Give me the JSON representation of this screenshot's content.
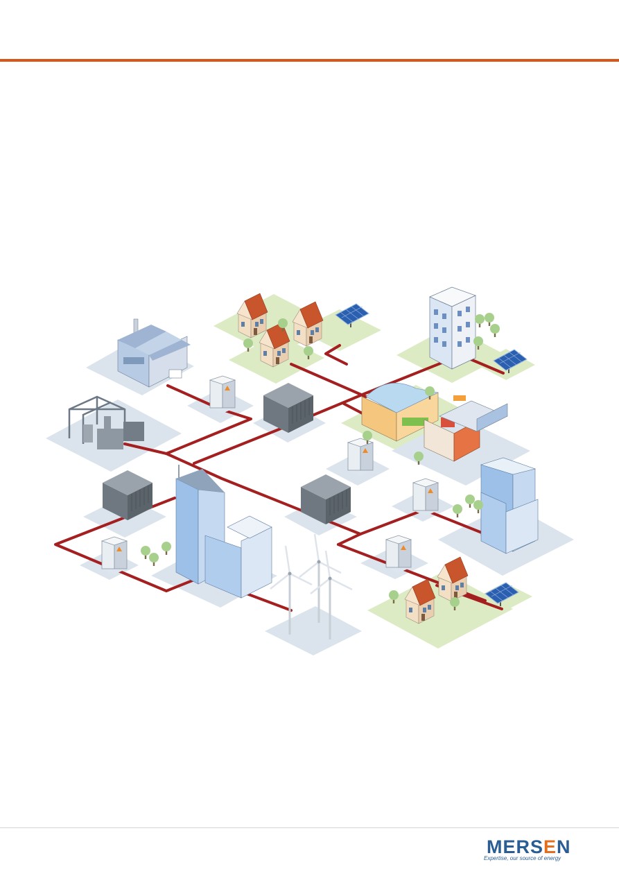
{
  "brand": {
    "name_part1": "MERS",
    "name_accent": "E",
    "name_part2": "N",
    "tagline": "Expertise, our source of energy",
    "accent_color": "#e36f1e",
    "primary_color": "#2a5d93"
  },
  "theme": {
    "rule_color": "#d9561b",
    "grid_line_color": "#a41f1f",
    "ground_color": "#dbe4ec",
    "lawn_color": "#dcebc4"
  },
  "illustration": {
    "icons": [
      "factory-icon",
      "substation-icon",
      "house-icon",
      "solar-panel-icon",
      "apartment-icon",
      "shopping-mall-icon",
      "office-tower-icon",
      "wind-turbine-icon",
      "transformer-icon",
      "electrical-cabinet-icon",
      "tree-icon"
    ]
  }
}
